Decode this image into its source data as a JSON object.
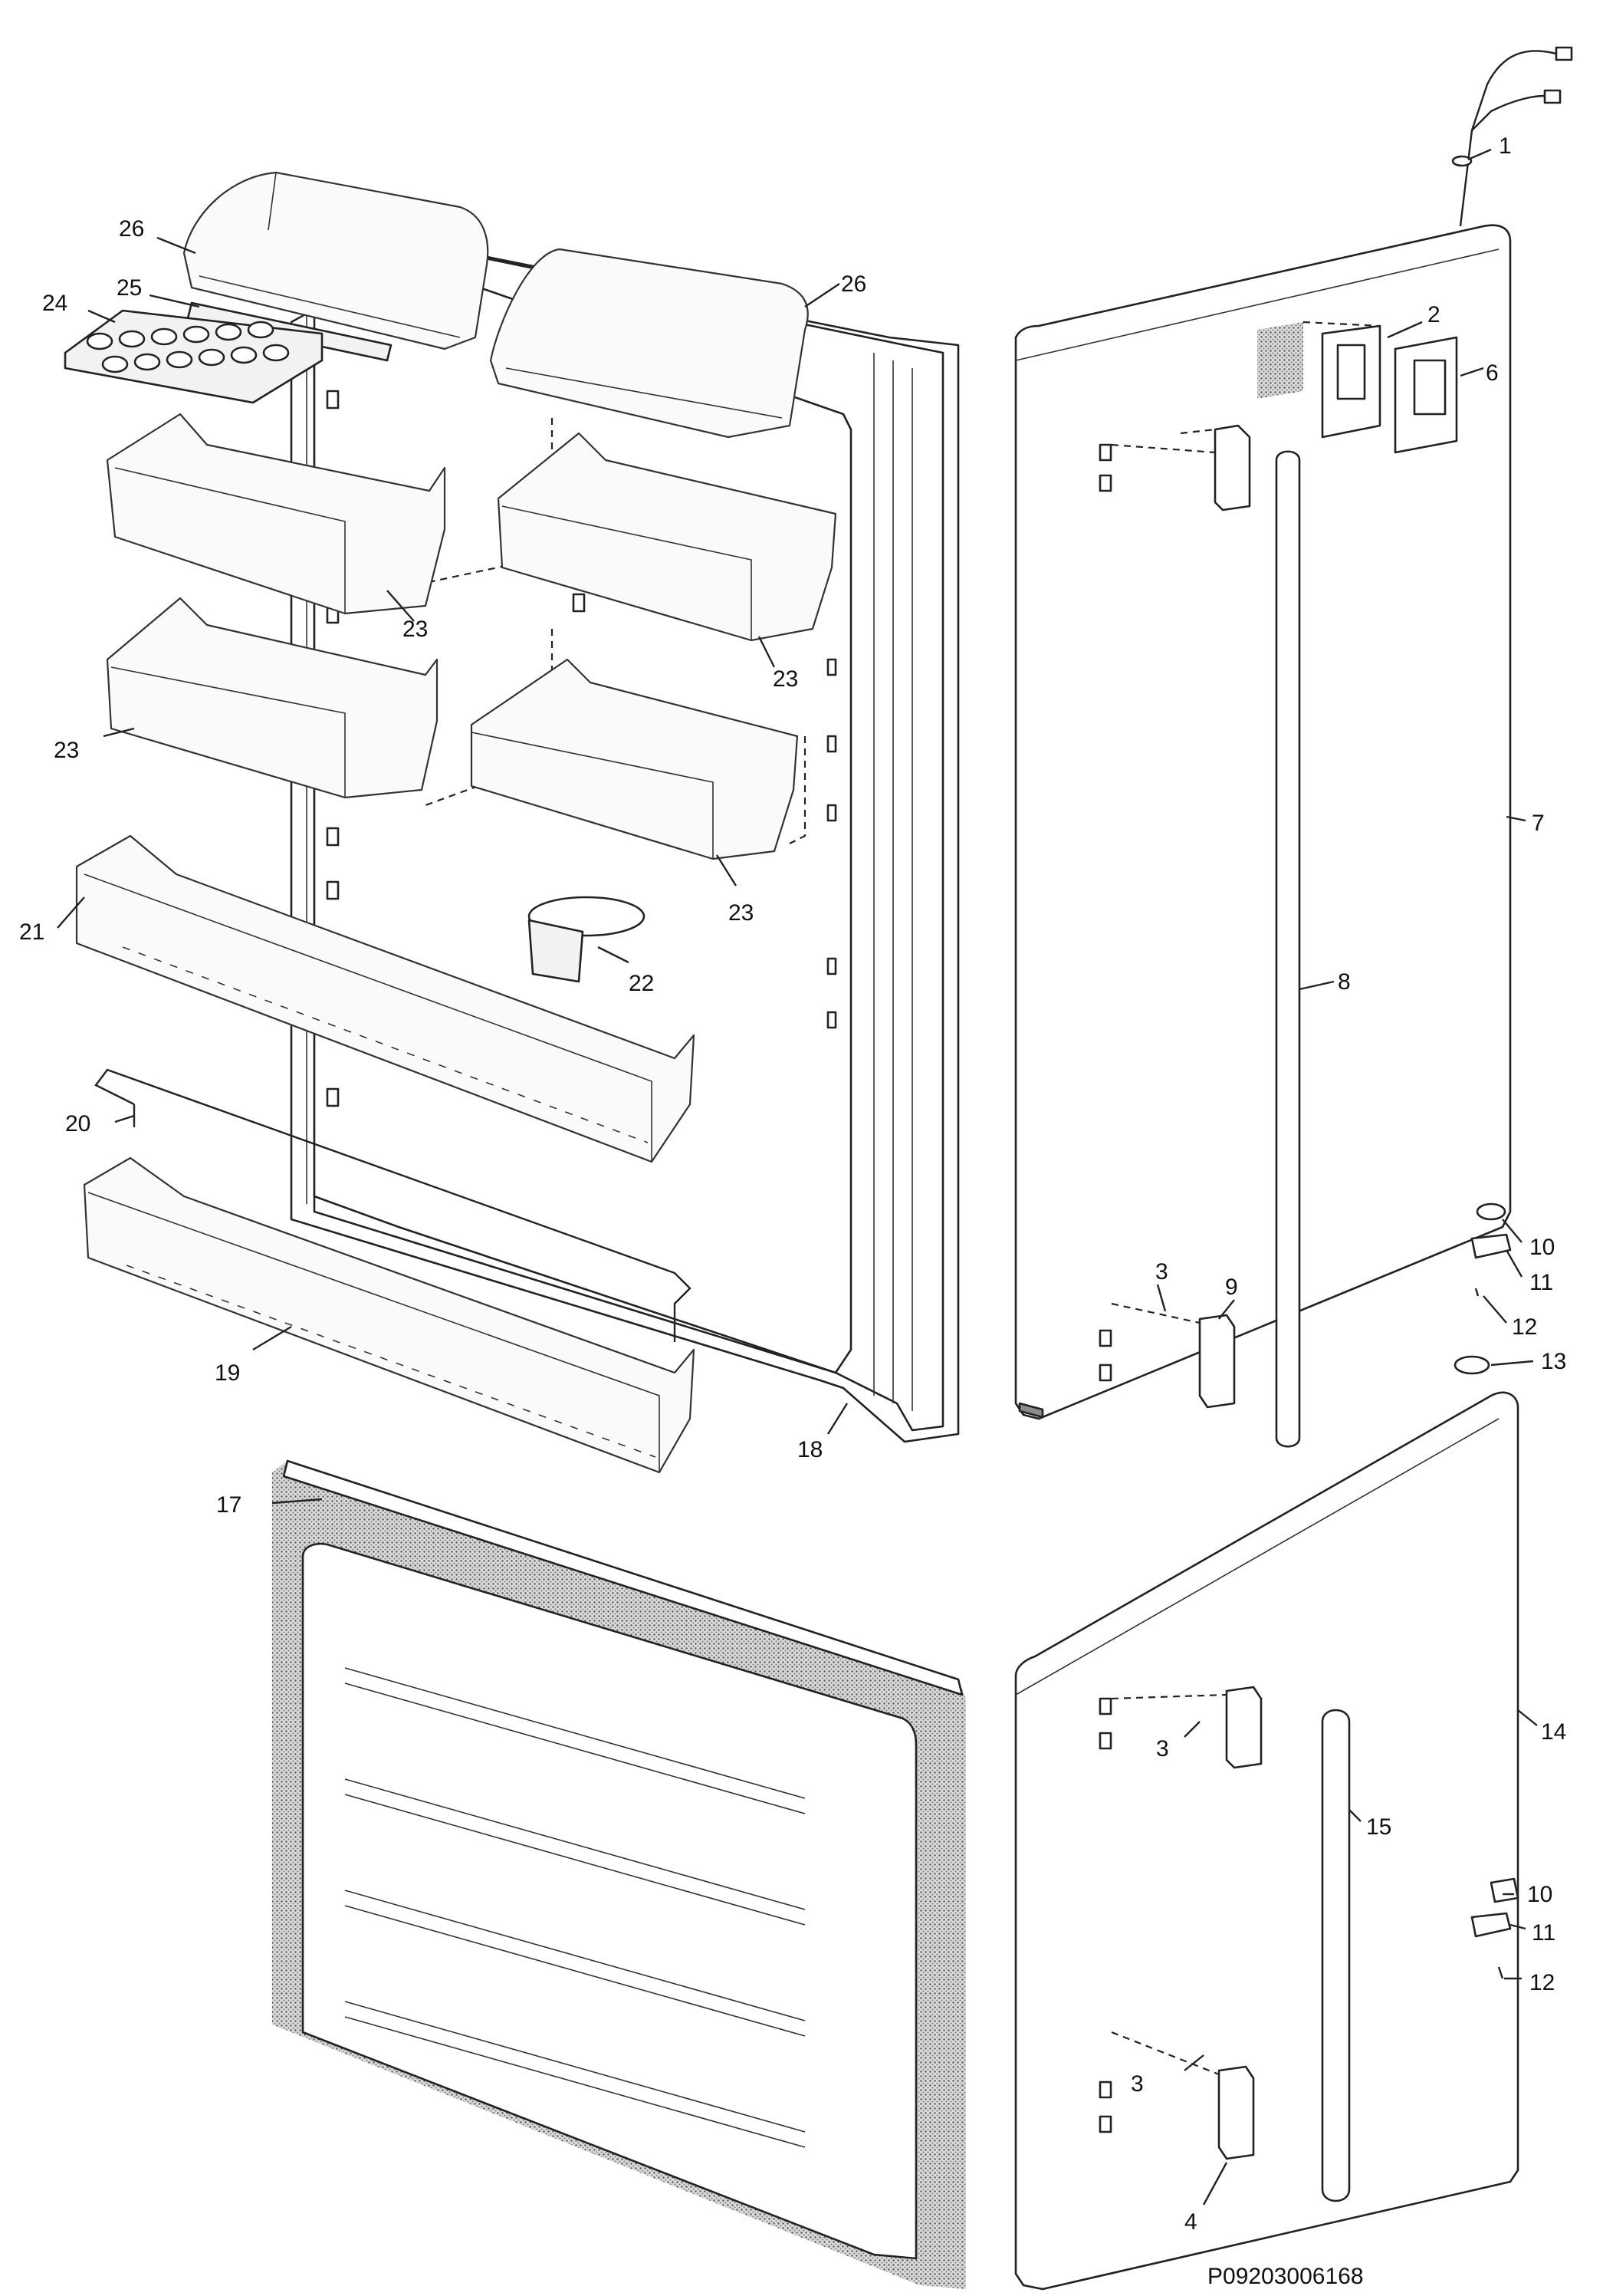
{
  "drawing_code": "P09203006168",
  "callouts": [
    "1",
    "2",
    "3",
    "4",
    "6",
    "7",
    "8",
    "9",
    "10",
    "11",
    "12",
    "13",
    "14",
    "15",
    "17",
    "18",
    "19",
    "20",
    "21",
    "22",
    "23",
    "24",
    "25",
    "26"
  ]
}
